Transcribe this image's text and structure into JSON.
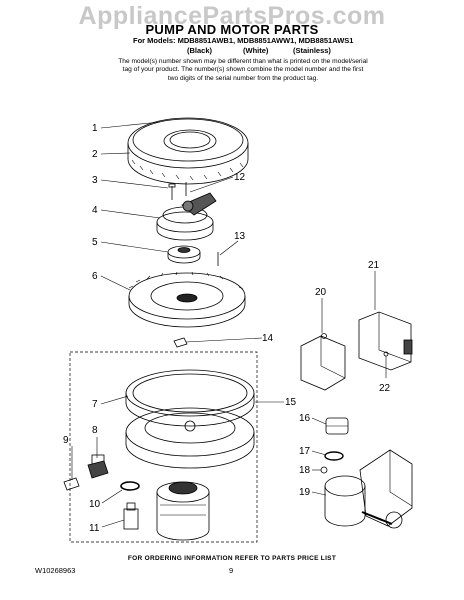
{
  "watermark": "AppliancePartsPros.com",
  "title": "PUMP AND MOTOR PARTS",
  "models": "For Models: MDB8851AWB1, MDB8851AWW1, MDB8851AWS1",
  "colors": [
    "(Black)",
    "(White)",
    "(Stainless)"
  ],
  "description": "The model(s) number shown may be different than what is printed on the model/serial tag of your product. The number(s) shown combine the model number and the first two digits of the serial number from the product tag.",
  "callouts": [
    "1",
    "2",
    "3",
    "4",
    "5",
    "6",
    "7",
    "8",
    "9",
    "10",
    "11",
    "12",
    "13",
    "14",
    "15",
    "16",
    "17",
    "18",
    "19",
    "20",
    "21",
    "22"
  ],
  "footer": "FOR ORDERING INFORMATION REFER TO PARTS PRICE LIST",
  "doc_number": "W10268963",
  "page_number": "9"
}
